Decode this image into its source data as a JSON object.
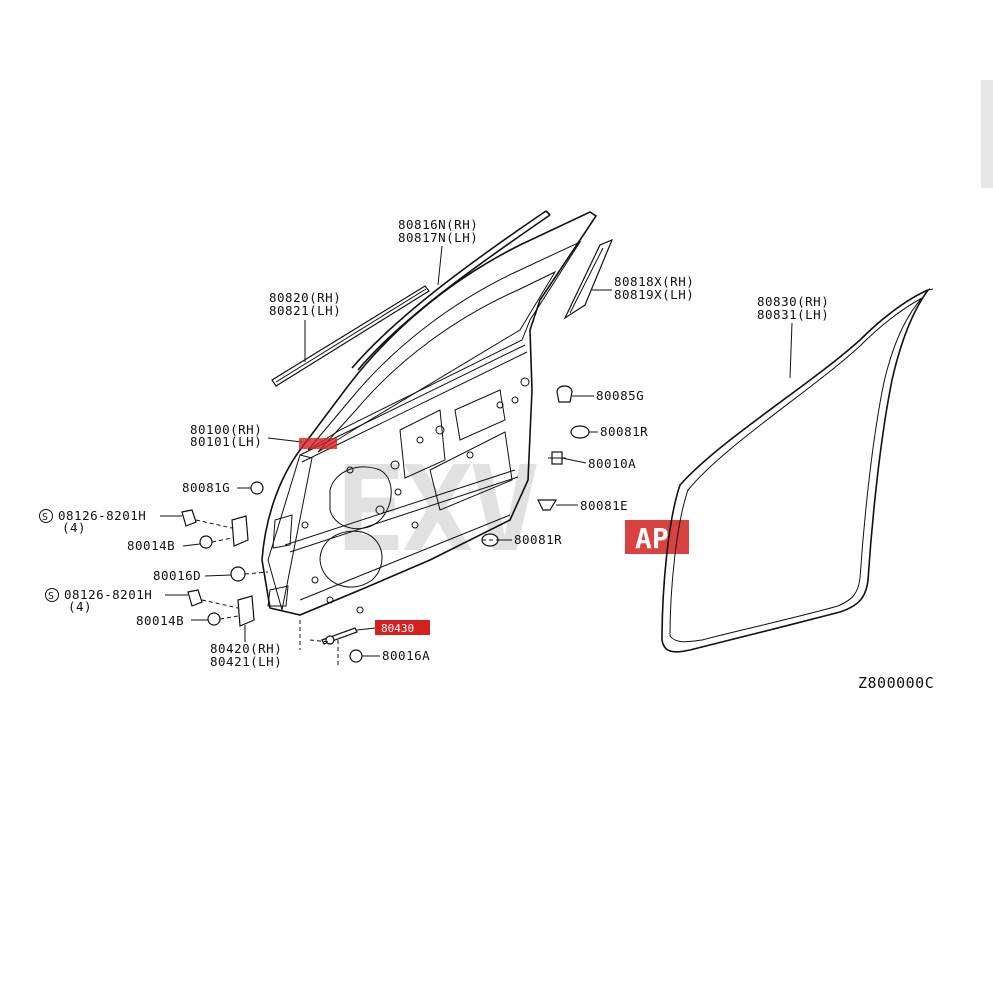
{
  "labels": {
    "p80816": [
      "80816N(RH)",
      "80817N(LH)"
    ],
    "p80820": [
      "80820(RH)",
      "80821(LH)"
    ],
    "p80818": [
      "80818X(RH)",
      "80819X(LH)"
    ],
    "p80830": [
      "80830(RH)",
      "80831(LH)"
    ],
    "p80085G": "80085G",
    "p80081R_a": "80081R",
    "p80010A": "80010A",
    "p80081E": "80081E",
    "p80081R_b": "80081R",
    "p80100": [
      "80100(RH)",
      "80101(LH)"
    ],
    "p80081G": "80081G",
    "p08126_a": [
      "08126-8201H",
      "(4)"
    ],
    "p80014B_a": "80014B",
    "p80016D": "80016D",
    "p08126_b": [
      "08126-8201H",
      "(4)"
    ],
    "p80014B_b": "80014B",
    "p80420": [
      "80420(RH)",
      "80421(LH)"
    ],
    "p80430": "80430",
    "p80016A": "80016A",
    "diagram_code": "Z800000C",
    "s_symbol": "S"
  },
  "watermark": {
    "text": "EXV",
    "badge": "AP"
  },
  "colors": {
    "highlight": "#d42020",
    "watermark": "#d8d8d8",
    "ink": "#111111"
  }
}
